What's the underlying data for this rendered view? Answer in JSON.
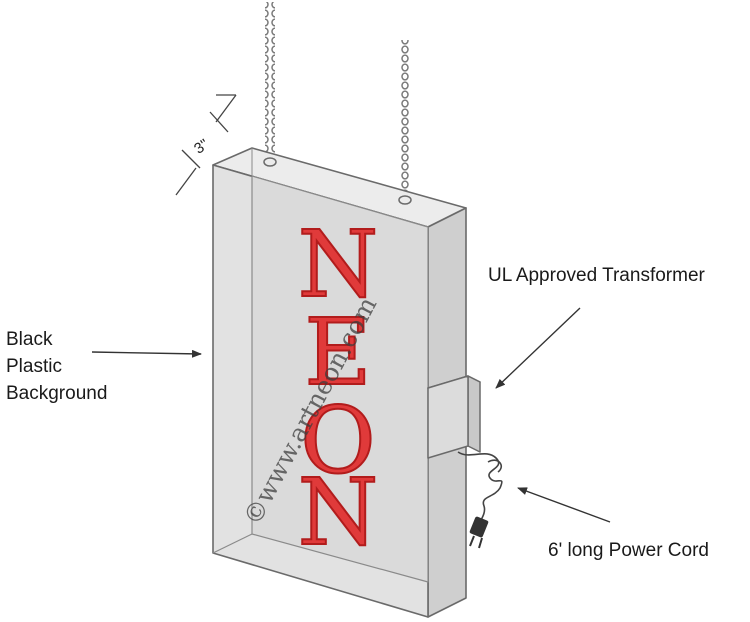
{
  "labels": {
    "background": [
      "Black",
      "Plastic",
      "Background"
    ],
    "transformer": "UL Approved Transformer",
    "power_cord": "6' long Power Cord",
    "depth": "3\""
  },
  "sign": {
    "letters": [
      "N",
      "E",
      "O",
      "N"
    ],
    "watermark": "©www.artneon.com"
  },
  "colors": {
    "neon": "#e03a3a",
    "box_face": "#e2e2e2",
    "box_side": "#cfcfcf",
    "outline": "#6a6a6a"
  }
}
